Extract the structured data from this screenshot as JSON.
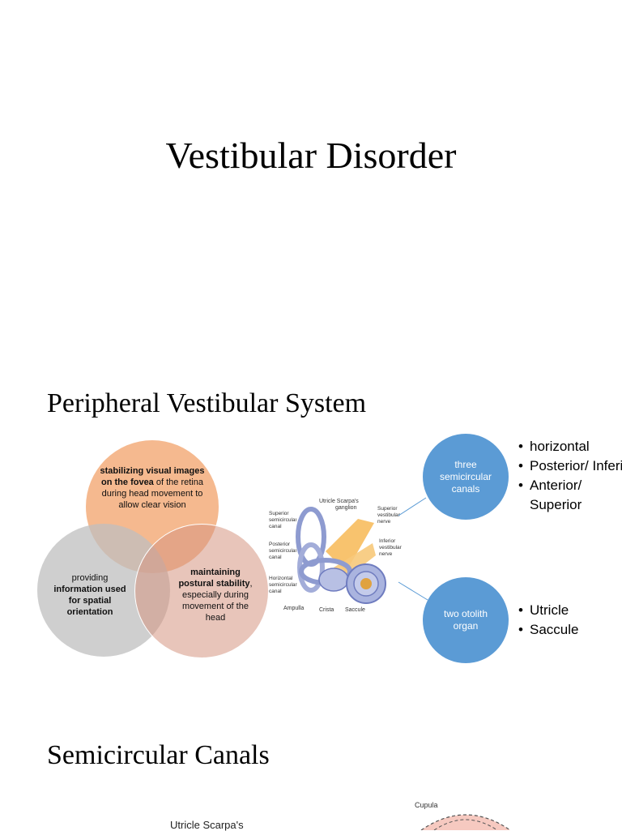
{
  "slide1": {
    "title": "Vestibular Disorder"
  },
  "slide2": {
    "title": "Peripheral Vestibular System",
    "venn": {
      "top": {
        "bold": "stabilizing visual images on the fovea",
        "rest": " of the retina during head movement to allow clear vision"
      },
      "left": {
        "pre": "providing",
        "bold": "information used for spatial orientation"
      },
      "right": {
        "bold": "maintaining postural stability",
        "rest": ", especially during movement of the head"
      }
    },
    "diagram_labels": {
      "utricle_scarpa": "Utricle Scarpa's",
      "ganglion": "ganglion",
      "superior_canal": "Superior semicircular canal",
      "posterior_canal": "Posterior semicircular canal",
      "horizontal_canal": "Horizontal semicircular canal",
      "ampulla": "Ampulla",
      "crista": "Crista",
      "saccule": "Saccule",
      "superior_nerve": "Superior vestibular nerve",
      "inferior_nerve": "Inferior vestibular nerve"
    },
    "canals": {
      "label": "three semicircular canals",
      "items": [
        "horizontal",
        "Posterior/ Inferior",
        "Anterior/ Superior"
      ]
    },
    "otolith": {
      "label": "two otolith organ",
      "items": [
        "Utricle",
        "Saccule"
      ]
    }
  },
  "slide3": {
    "title": "Semicircular Canals",
    "label_utricle": "Utricle Scarpa's",
    "label_cupula": "Cupula"
  },
  "colors": {
    "venn_top": "#f4b183",
    "venn_left": "#bfbfbf",
    "venn_right": "#e6a99a",
    "node_blue": "#5b9bd5",
    "nerve_orange": "#f7b955",
    "canal_blue": "#9aa6d6"
  }
}
